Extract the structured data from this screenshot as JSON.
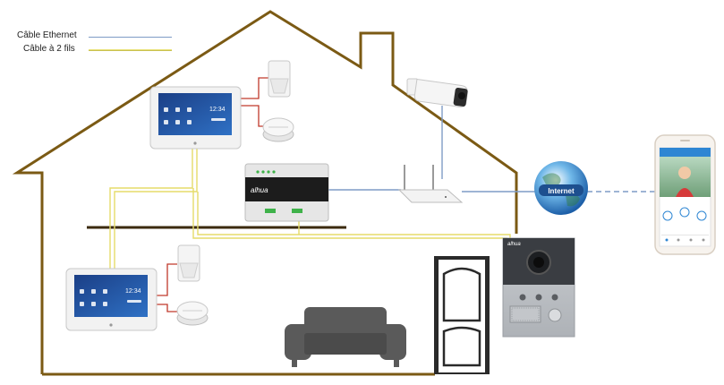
{
  "legend": {
    "ethernet_label": "Câble Ethernet",
    "two_wire_label": "Câble à 2 fils"
  },
  "colors": {
    "house_outline": "#7b5a14",
    "ethernet": "#7f9cc6",
    "two_wire": "#e5dc6a",
    "alarm_wire": "#c0392b",
    "screen_blue": "#1f4e9c"
  },
  "monitor_top": {
    "time": "12:34"
  },
  "monitor_bottom": {
    "time": "12:34"
  },
  "switch_box": {
    "brand": "alhua"
  },
  "doorbell": {
    "brand": "alhua"
  },
  "globe": {
    "label": "Internet"
  }
}
